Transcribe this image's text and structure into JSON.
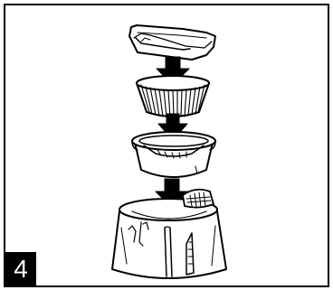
{
  "step": {
    "number": "4"
  },
  "parts": [
    {
      "name": "lid",
      "label": ""
    },
    {
      "name": "paper-filter",
      "label": ""
    },
    {
      "name": "filter-basket",
      "label": ""
    },
    {
      "name": "water-tank-base",
      "label": ""
    }
  ],
  "colors": {
    "line": "#000000",
    "background": "#ffffff",
    "badge": "#000000",
    "badge_text": "#ffffff"
  }
}
